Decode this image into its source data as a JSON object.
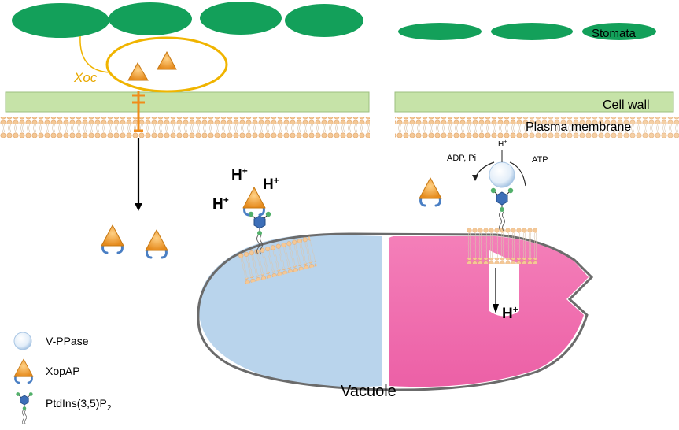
{
  "labels": {
    "stomata": "Stomata",
    "cell_wall": "Cell wall",
    "plasma_membrane": "Plasma membrane",
    "xoc": "Xoc",
    "vacuole": "Vacuole",
    "h_plus": "H",
    "plus": "+",
    "adp_pi": "ADP, Pi",
    "atp": "ATP"
  },
  "legend": {
    "vppase": "V-PPase",
    "xopap": "XopAP",
    "ptdins_main": "PtdIns(3,5)P",
    "ptdins_sub": "2"
  },
  "colors": {
    "stomata": "#13a05a",
    "cell_wall": "#c6e3a8",
    "membrane_head": "#f4c896",
    "xoc_ring": "#f0b400",
    "xopap": "#f2a12e",
    "cap": "#4a7fc4",
    "vacuole_left": "#b9d4ec",
    "vacuole_right": "#f06fb0",
    "vacuole_outline": "#6b6b6b"
  },
  "icons": [
    "xopap-triangle-icon",
    "vppase-sphere-icon",
    "ptdins-lipid-icon",
    "arrow-down-icon"
  ]
}
